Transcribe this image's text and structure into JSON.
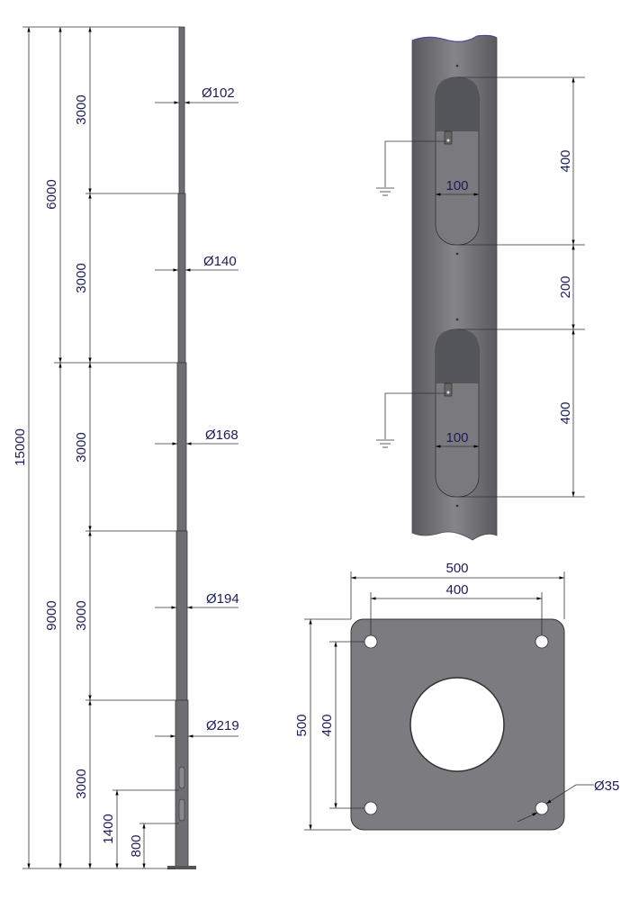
{
  "pole_elevation": {
    "total_height": "15000",
    "upper_section": "6000",
    "lower_section": "9000",
    "segment_lengths": [
      "3000",
      "3000",
      "3000",
      "3000",
      "3000"
    ],
    "diameters": [
      "Ø102",
      "Ø140",
      "Ø168",
      "Ø194",
      "Ø219"
    ],
    "door_height_1": "1400",
    "door_height_2": "800"
  },
  "door_detail": {
    "door_1_height": "400",
    "spacing": "200",
    "door_2_height": "400",
    "door_1_width": "100",
    "door_2_width": "100"
  },
  "base_plate": {
    "width": "500",
    "hole_spacing_x": "400",
    "height": "500",
    "hole_spacing_y": "400",
    "hole_diameter": "Ø35"
  },
  "colors": {
    "text": "#1c1c5c",
    "steel": "#6e6e72"
  }
}
